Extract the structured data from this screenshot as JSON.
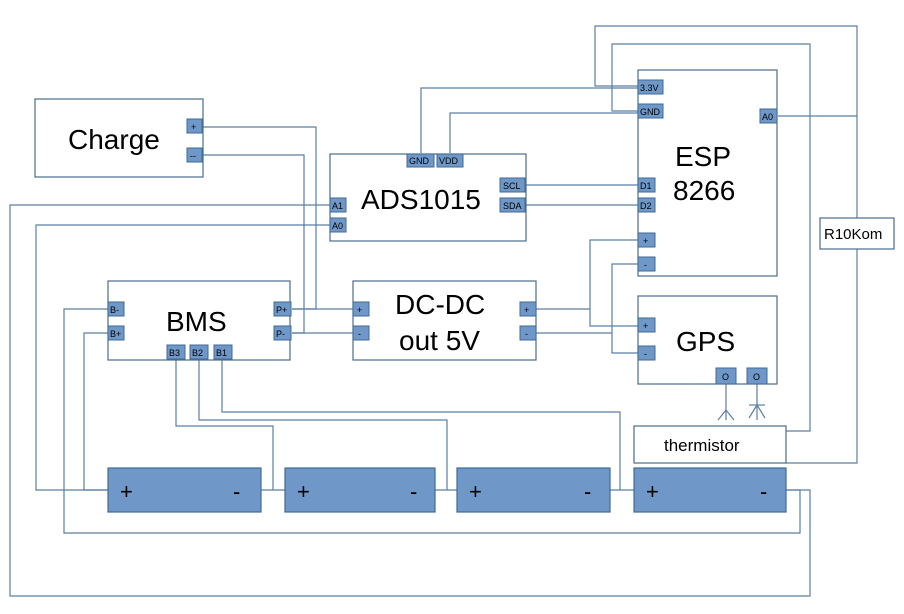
{
  "charge": {
    "title": "Charge",
    "plus": "+",
    "minus": "--"
  },
  "ads": {
    "title": "ADS1015",
    "gnd": "GND",
    "vdd": "VDD",
    "scl": "SCL",
    "sda": "SDA",
    "a1": "A1",
    "a0": "A0"
  },
  "esp": {
    "title1": "ESP",
    "title2": "8266",
    "v33": "3.3V",
    "gnd": "GND",
    "a0": "A0",
    "d1": "D1",
    "d2": "D2",
    "plus": "+",
    "minus": "-"
  },
  "bms": {
    "title": "BMS",
    "bminus": "B-",
    "bplus": "B+",
    "pplus": "P+",
    "pminus": "P-",
    "b3": "B3",
    "b2": "B2",
    "b1": "B1"
  },
  "dcdc": {
    "title1": "DC-DC",
    "title2": "out 5V",
    "in_plus": "+",
    "in_minus": "-",
    "out_plus": "+",
    "out_minus": "-"
  },
  "gps": {
    "title": "GPS",
    "plus": "+",
    "minus": "-",
    "ant1": "O",
    "ant2": "O"
  },
  "resistor": {
    "label": "R10Kom"
  },
  "thermistor": {
    "label": "thermistor"
  },
  "cells": [
    {
      "plus": "+",
      "minus": "-"
    },
    {
      "plus": "+",
      "minus": "-"
    },
    {
      "plus": "+",
      "minus": "-"
    },
    {
      "plus": "+",
      "minus": "-"
    }
  ]
}
